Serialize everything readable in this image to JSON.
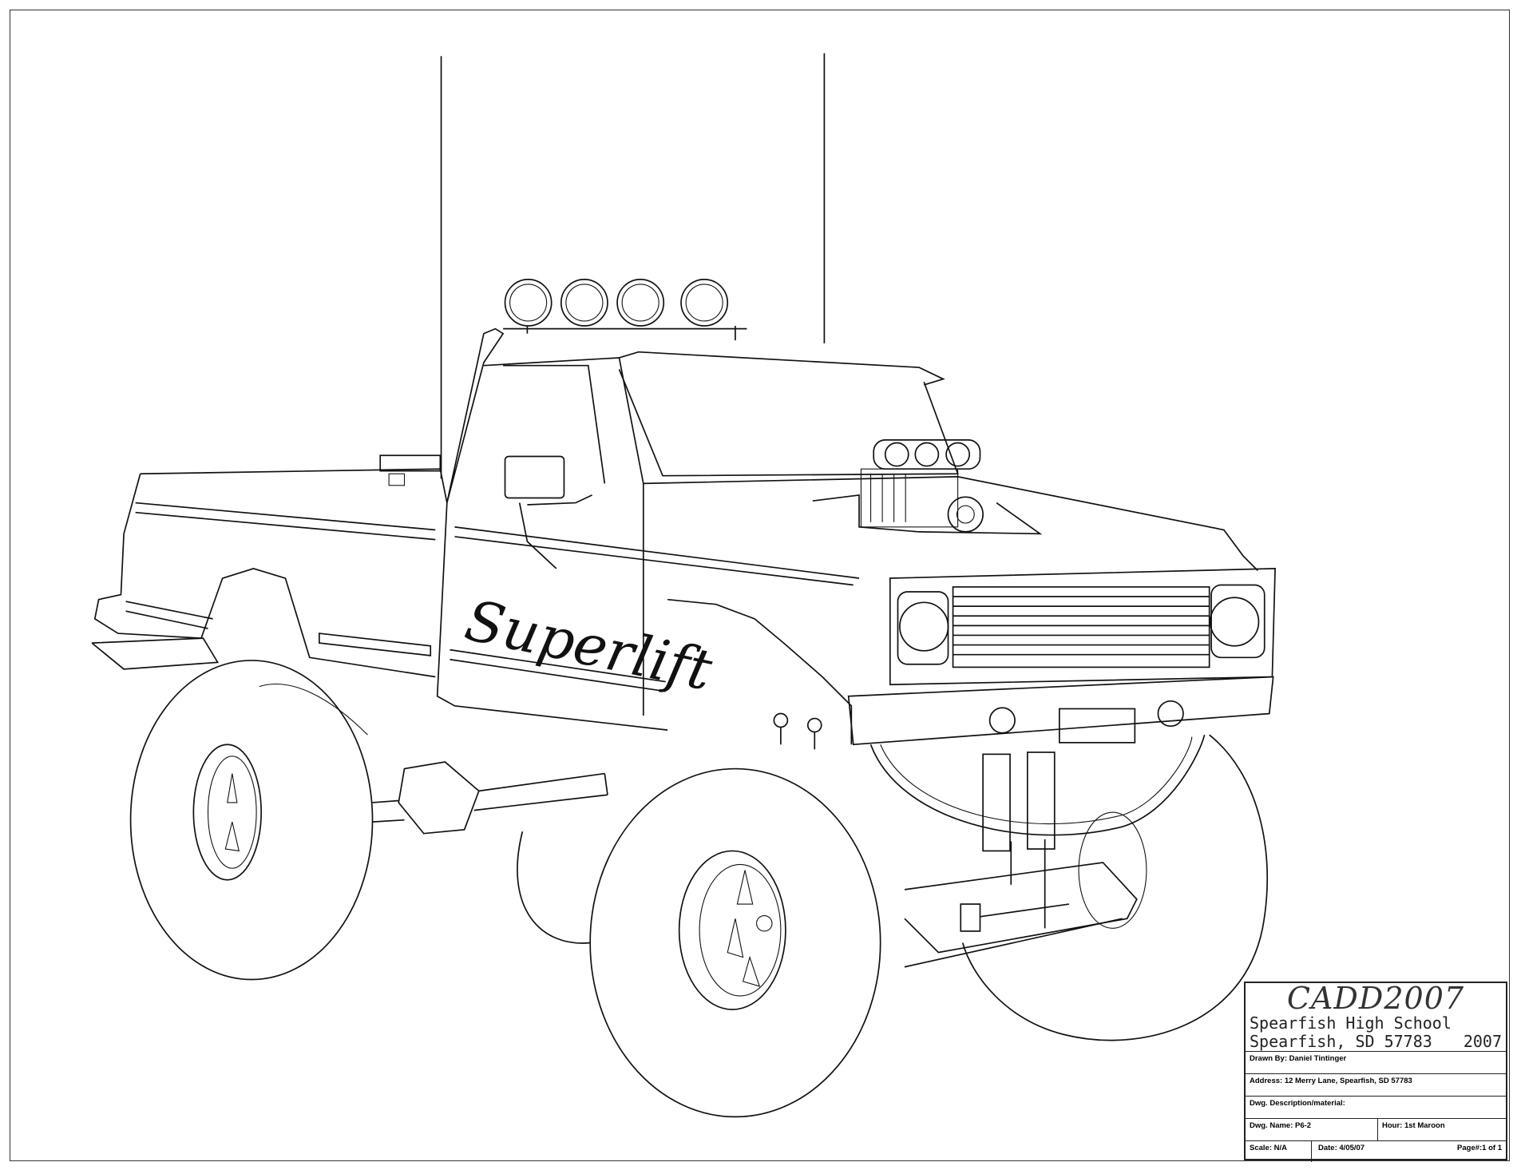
{
  "title_block": {
    "header": "CADD2007",
    "school": "Spearfish High School",
    "city": "Spearfish, SD 57783",
    "year": "2007",
    "drawn_by": "Drawn By: Daniel Tintinger",
    "address": "Address: 12 Merry Lane, Spearfish, SD 57783",
    "description": "Dwg. Description/material:",
    "dwg_name": "Dwg. Name: P6-2",
    "hour": "Hour: 1st Maroon",
    "scale": "Scale: N/A",
    "date": "Date: 4/05/07",
    "page": "Page#:1 of 1"
  },
  "drawing": {
    "logo_text": "Superlift"
  }
}
